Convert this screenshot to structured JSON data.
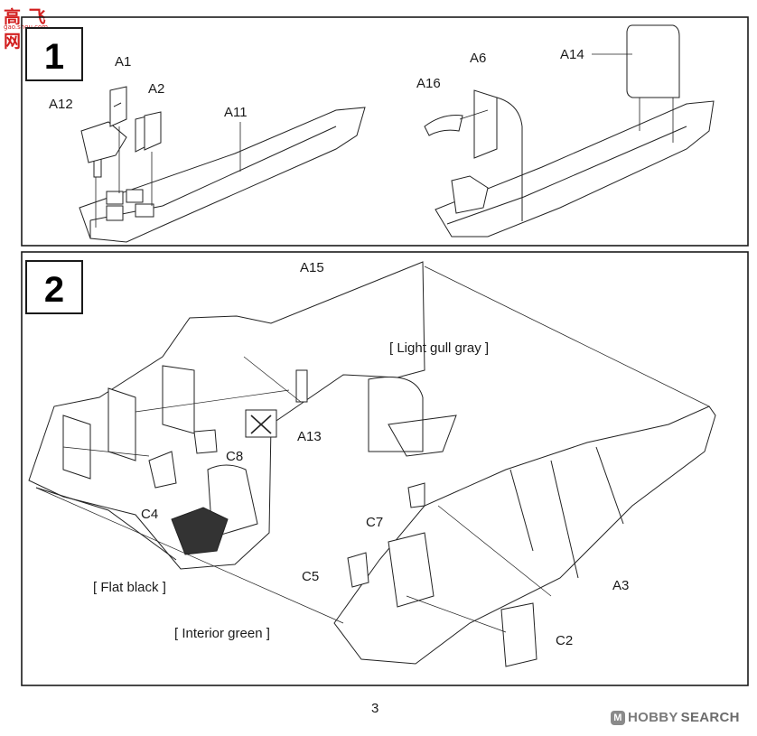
{
  "header_logo": {
    "cn_text": "高 飞 网",
    "url_text": "gao.shou.com"
  },
  "steps": [
    {
      "number": "1"
    },
    {
      "number": "2"
    }
  ],
  "step1_labels": {
    "A1": "A1",
    "A2": "A2",
    "A12": "A12",
    "A11": "A11",
    "A6": "A6",
    "A16": "A16",
    "A14": "A14"
  },
  "step2_labels": {
    "A15": "A15",
    "A13": "A13",
    "C8": "C8",
    "C4": "C4",
    "C7": "C7",
    "C5": "C5",
    "A3": "A3",
    "C2": "C2",
    "light_gull_gray": "[ Light gull gray ]",
    "flat_black": "[ Flat black ]",
    "interior_green": "[ Interior green ]"
  },
  "page_number": "3",
  "watermark": {
    "badge": "M",
    "hobby": "HOBBY",
    "search": "SEARCH"
  }
}
